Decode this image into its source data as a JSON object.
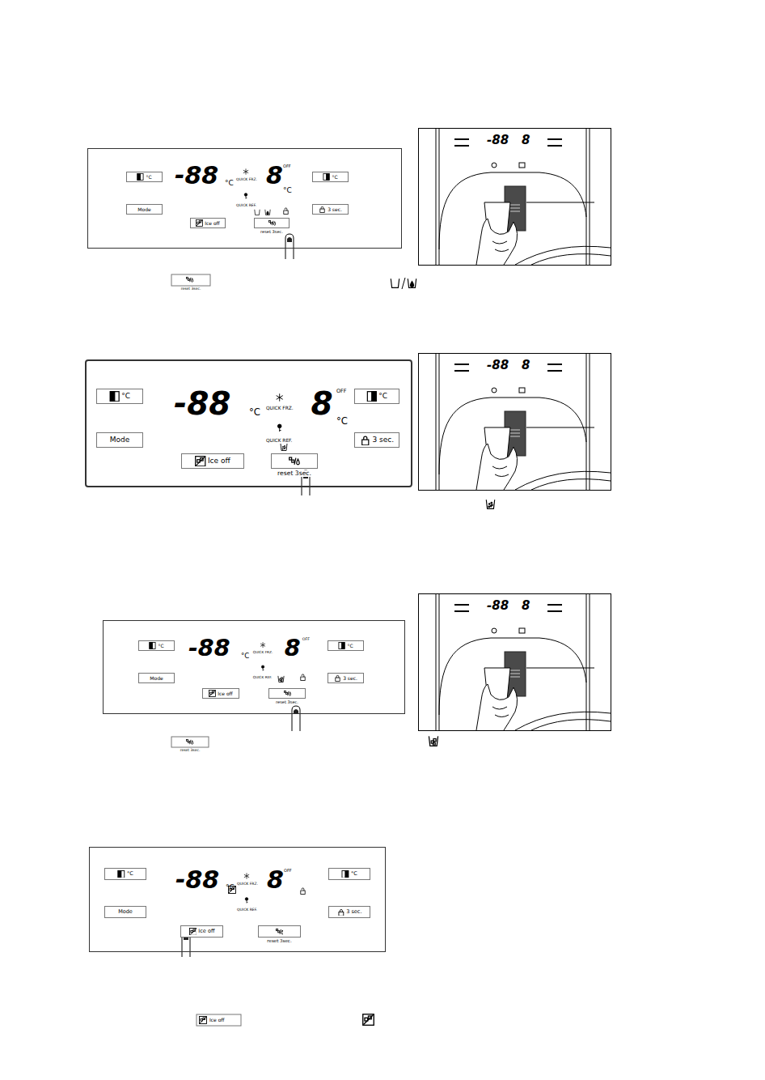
{
  "diagram": {
    "nodes": [
      {
        "text": [
          "-88",
          "°C",
          "QUICK FRZ.",
          "QUICK REF.",
          "8",
          "OFF",
          "°C"
        ]
      },
      {
        "text": [
          "°C"
        ],
        "in": 0
      },
      {
        "text": [
          "Mode"
        ],
        "in": 0
      },
      {
        "text": [
          "Ice off"
        ],
        "in": 0
      },
      {
        "text": [
          "reset 3sec."
        ],
        "in": 0
      },
      {
        "text": [
          "°C"
        ],
        "in": 0
      },
      {
        "text": [
          "3 sec."
        ],
        "in": 0
      },
      {
        "text": [
          "-88",
          "°C",
          "QUICK FRZ.",
          "QUICK REF.",
          "8",
          "OFF",
          "°C"
        ]
      },
      {
        "text": [
          "°C"
        ],
        "in": 7
      },
      {
        "text": [
          "Mode"
        ],
        "in": 7
      },
      {
        "text": [
          "Ice off"
        ],
        "in": 7
      },
      {
        "text": [
          "reset 3sec."
        ],
        "in": 7
      },
      {
        "text": [
          "°C"
        ],
        "in": 7
      },
      {
        "text": [
          "3 sec."
        ],
        "in": 7
      },
      {
        "text": [
          "-88",
          "°C",
          "QUICK FRZ.",
          "QUICK REF.",
          "8",
          "OFF"
        ]
      },
      {
        "text": [
          "°C"
        ],
        "in": 14
      },
      {
        "text": [
          "Mode"
        ],
        "in": 14
      },
      {
        "text": [
          "Ice off"
        ],
        "in": 14
      },
      {
        "text": [
          "reset 3sec."
        ],
        "in": 14
      },
      {
        "text": [
          "°C"
        ],
        "in": 14
      },
      {
        "text": [
          "3 sec."
        ],
        "in": 14
      },
      {
        "text": [
          "-88",
          "°C",
          "QUICK FRZ.",
          "QUICK REF.",
          "8",
          "OFF"
        ]
      },
      {
        "text": [
          "°C"
        ],
        "in": 21
      },
      {
        "text": [
          "Mode"
        ],
        "in": 21
      },
      {
        "text": [
          "Ice off"
        ],
        "in": 21
      },
      {
        "text": [
          "reset 3sec."
        ],
        "in": 21
      },
      {
        "text": [
          "°C"
        ],
        "in": 21
      },
      {
        "text": [
          "3 sec."
        ],
        "in": 21
      }
    ],
    "labels": [
      "-88",
      "8",
      "reset 3sec.",
      "-88",
      "8",
      "-88",
      "8",
      "reset 3sec.",
      "Ice off"
    ]
  }
}
